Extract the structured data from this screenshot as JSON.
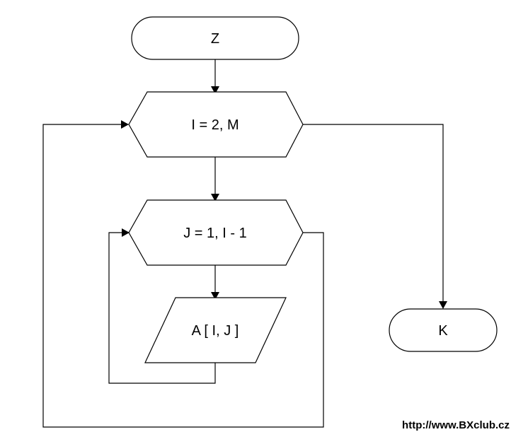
{
  "flowchart": {
    "start": "Z",
    "outer_loop": "I = 2, M",
    "inner_loop": "J = 1, I - 1",
    "io_step": "A [ I, J ]",
    "end": "K"
  },
  "watermark": "http://www.BXclub.cz"
}
